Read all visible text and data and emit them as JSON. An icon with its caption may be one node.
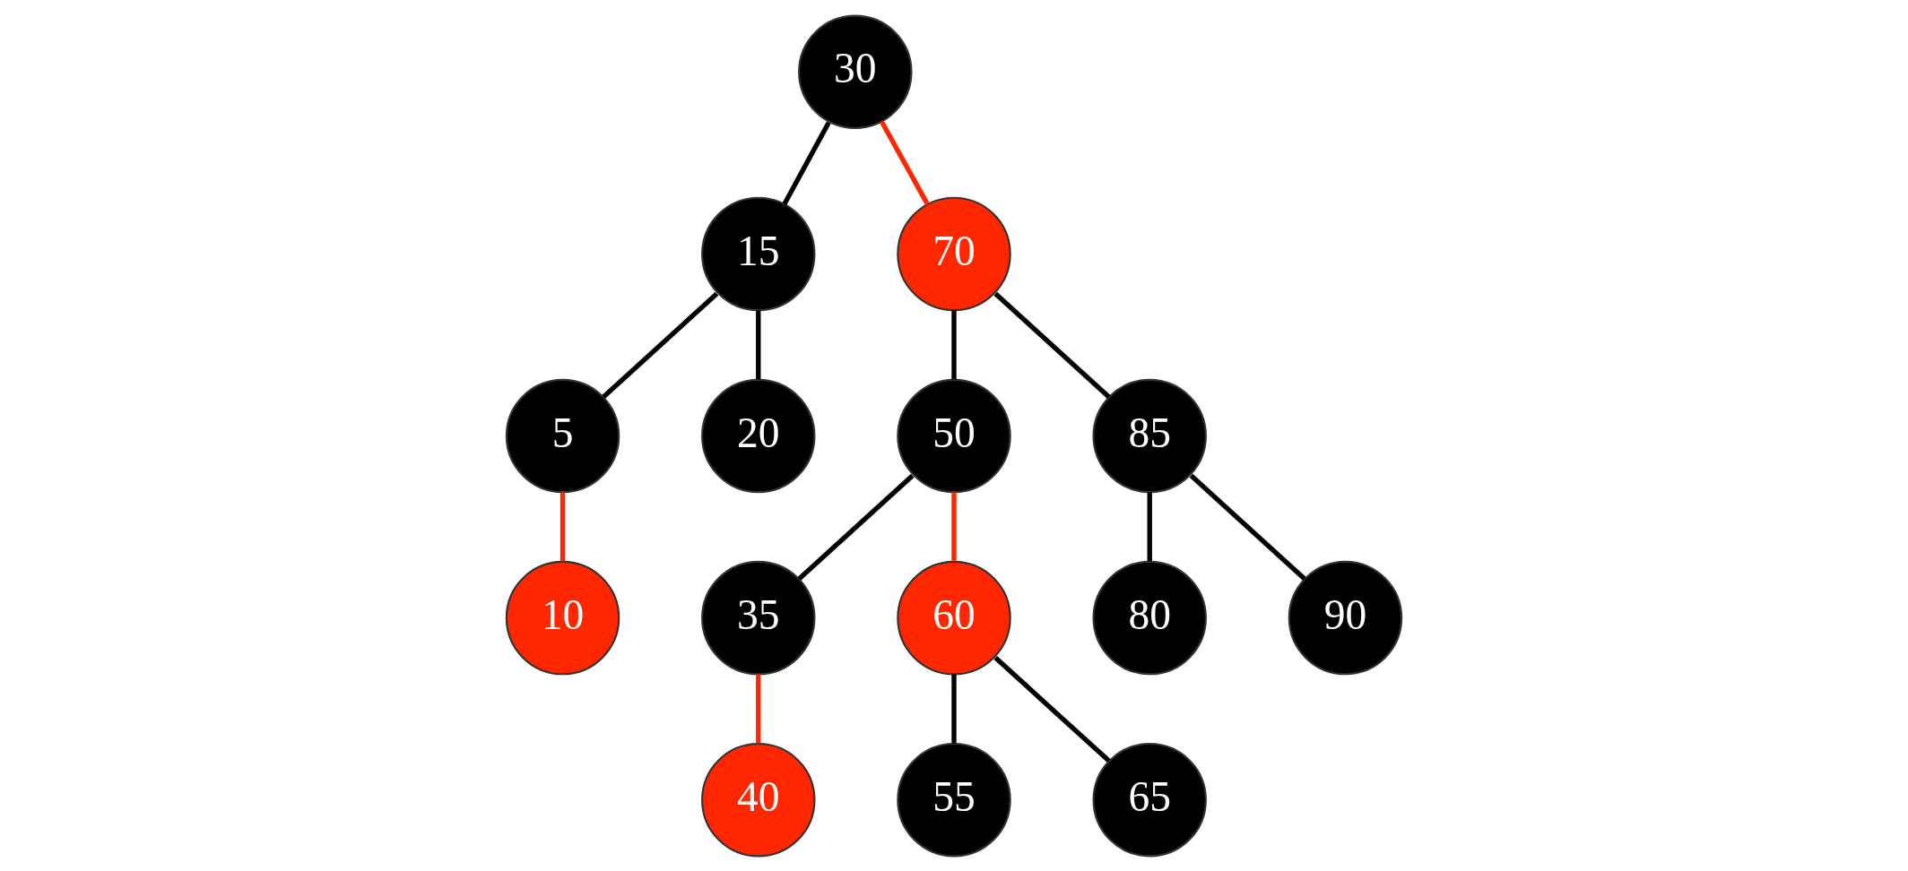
{
  "diagram": {
    "nodes": [
      {
        "text": [
          "30"
        ]
      },
      {
        "text": [
          "15"
        ]
      },
      {
        "text": [
          "70"
        ]
      },
      {
        "text": [
          "50"
        ]
      },
      {
        "text": [
          "85"
        ]
      },
      {
        "text": [
          "5"
        ]
      },
      {
        "text": [
          "20"
        ]
      },
      {
        "text": [
          "35"
        ]
      },
      {
        "text": [
          "60"
        ]
      },
      {
        "text": [
          "80"
        ]
      },
      {
        "text": [
          "90"
        ]
      },
      {
        "text": [
          "10"
        ]
      },
      {
        "text": [
          "40"
        ]
      },
      {
        "text": [
          "55"
        ]
      },
      {
        "text": [
          "65"
        ]
      }
    ],
    "edges": [
      {
        "from": 0,
        "to": 1,
        "arrow": "none"
      },
      {
        "from": 0,
        "to": 2,
        "arrow": "none",
        "color": "#ff2600"
      },
      {
        "from": 1,
        "to": 5,
        "arrow": "none"
      },
      {
        "from": 1,
        "to": 6,
        "arrow": "none"
      },
      {
        "from": 2,
        "to": 3,
        "arrow": "none"
      },
      {
        "from": 2,
        "to": 4,
        "arrow": "none"
      },
      {
        "from": 5,
        "to": 11,
        "arrow": "none",
        "color": "#ff2600"
      },
      {
        "from": 3,
        "to": 7,
        "arrow": "none"
      },
      {
        "from": 3,
        "to": 8,
        "arrow": "none",
        "color": "#ff2600"
      },
      {
        "from": 4,
        "to": 9,
        "arrow": "none"
      },
      {
        "from": 4,
        "to": 10,
        "arrow": "none"
      },
      {
        "from": 7,
        "to": 12,
        "arrow": "none",
        "color": "#ff2600"
      },
      {
        "from": 8,
        "to": 13,
        "arrow": "none"
      },
      {
        "from": 8,
        "to": 14,
        "arrow": "none"
      }
    ]
  }
}
